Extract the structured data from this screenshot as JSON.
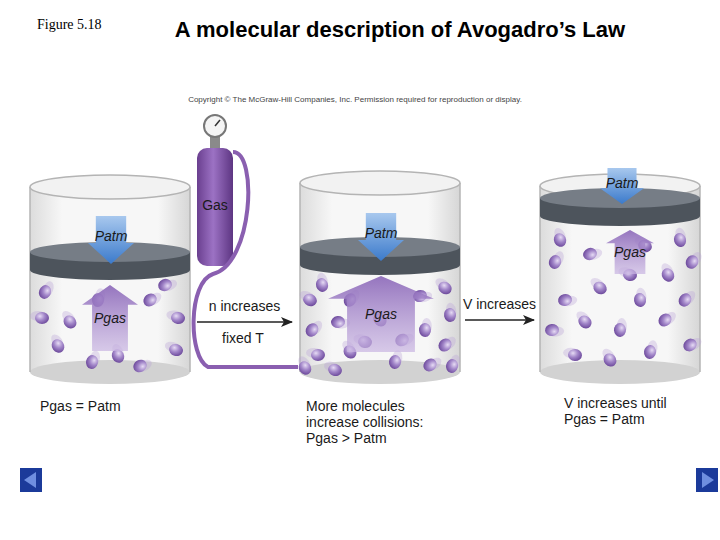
{
  "diagram": {
    "title": "A molecular description of Avogadro’s Law",
    "nodes": [
      {
        "text": [
          "Pgas = Patm"
        ]
      },
      {
        "text": [
          "Patm"
        ],
        "in": 0
      },
      {
        "text": [
          "Pgas"
        ],
        "in": 0
      },
      {
        "text": [
          "Gas"
        ]
      },
      {
        "text": [
          "More molecules increase collisions: Pgas > Patm"
        ]
      },
      {
        "text": [
          "Patm"
        ],
        "in": 4
      },
      {
        "text": [
          "Pgas"
        ],
        "in": 4
      },
      {
        "text": [
          "V increases until Pgas = Patm"
        ]
      },
      {
        "text": [
          "Patm"
        ],
        "in": 7
      },
      {
        "text": [
          "Pgas"
        ],
        "in": 7
      }
    ],
    "edges": [
      {
        "from": 0,
        "to": 4,
        "arrow": "to",
        "label": "n increases"
      },
      {
        "from": 4,
        "to": 7,
        "arrow": "to",
        "label": "V increases"
      },
      {
        "from": 3,
        "to": 4,
        "arrow": "none"
      }
    ],
    "labels": [
      "Figure 5.18",
      "Copyright © The McGraw-Hill Companies, Inc. Permission required for reproduction or display.",
      "fixed T"
    ]
  }
}
